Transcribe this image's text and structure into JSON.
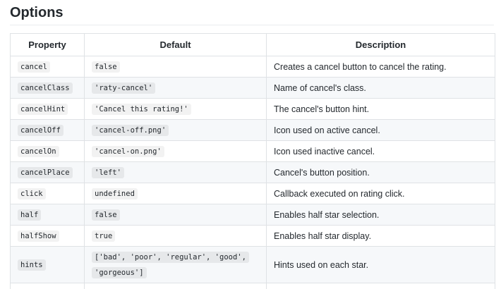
{
  "heading": "Options",
  "table": {
    "headers": [
      "Property",
      "Default",
      "Description"
    ],
    "rows": [
      {
        "property": "cancel",
        "default": "false",
        "description": "Creates a cancel button to cancel the rating."
      },
      {
        "property": "cancelClass",
        "default": "'raty-cancel'",
        "description": "Name of cancel's class."
      },
      {
        "property": "cancelHint",
        "default": "'Cancel this rating!'",
        "description": "The cancel's button hint."
      },
      {
        "property": "cancelOff",
        "default": "'cancel-off.png'",
        "description": "Icon used on active cancel."
      },
      {
        "property": "cancelOn",
        "default": "'cancel-on.png'",
        "description": "Icon used inactive cancel."
      },
      {
        "property": "cancelPlace",
        "default": "'left'",
        "description": "Cancel's button position."
      },
      {
        "property": "click",
        "default": "undefined",
        "description": "Callback executed on rating click."
      },
      {
        "property": "half",
        "default": "false",
        "description": "Enables half star selection."
      },
      {
        "property": "halfShow",
        "default": "true",
        "description": "Enables half star display."
      },
      {
        "property": "hints",
        "default_line1": "['bad', 'poor', 'regular', 'good',",
        "default_line2": "'gorgeous']",
        "description": "Hints used on each star."
      }
    ]
  }
}
